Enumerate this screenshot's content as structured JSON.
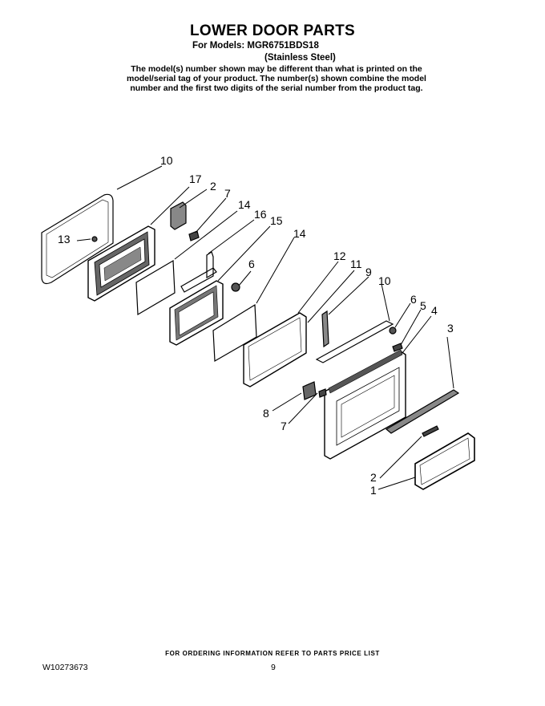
{
  "header": {
    "title": "LOWER DOOR PARTS",
    "models_line": "For Models: MGR6751BDS18",
    "variant": "(Stainless Steel)",
    "note": "The model(s) number shown may be different than what is printed on the model/serial tag of your product. The number(s) shown combine the model number and the first two digits of the serial number from the product tag."
  },
  "diagram": {
    "part_labels": [
      "10",
      "17",
      "2",
      "7",
      "14",
      "16",
      "15",
      "13",
      "6",
      "14",
      "12",
      "11",
      "9",
      "10",
      "6",
      "5",
      "4",
      "3",
      "8",
      "7",
      "2",
      "1"
    ]
  },
  "footer": {
    "ordering_note": "FOR ORDERING INFORMATION REFER TO PARTS PRICE LIST",
    "doc_number": "W10273673",
    "page_number": "9"
  }
}
